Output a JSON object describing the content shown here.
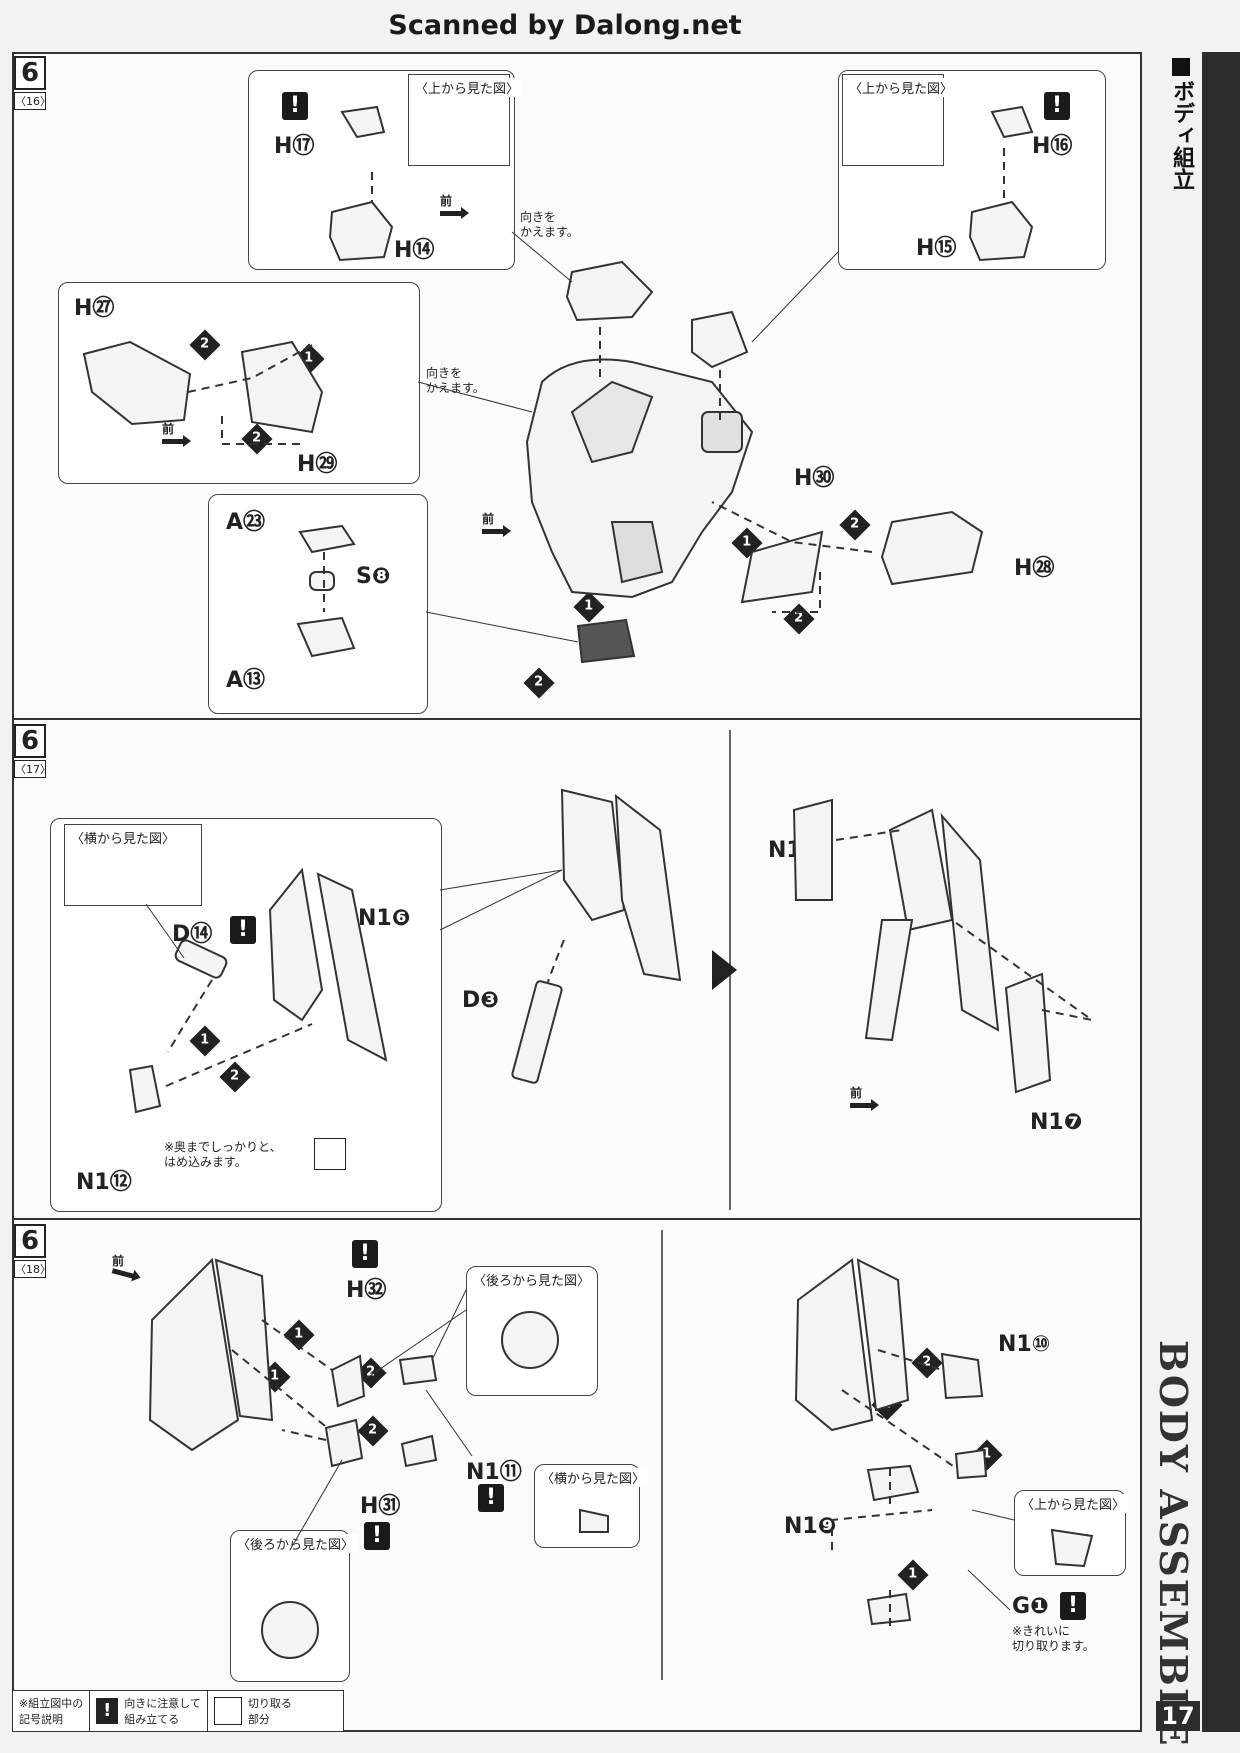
{
  "scanner_credit": "Scanned by Dalong.net",
  "side_title": "ボディ組立",
  "side_title_en": "BODY ASSEMBLE",
  "page_number": "17",
  "front_label": "前",
  "warn_mark": "!",
  "section_16": {
    "step": "6",
    "sub": "〈16〉",
    "view_top_1": "〈上から見た図〉",
    "view_top_2": "〈上から見た図〉",
    "turn_note_1": "向きを\nかえます。",
    "turn_note_2": "向きを\nかえます。",
    "parts": {
      "h17": "H⑰",
      "h14": "H⑭",
      "h16": "H⑯",
      "h15": "H⑮",
      "h27": "H㉗",
      "h29": "H㉙",
      "h30": "H㉚",
      "h28": "H㉘",
      "a23": "A㉓",
      "s8": "S❽",
      "a13": "A⑬"
    }
  },
  "section_17": {
    "step": "6",
    "sub": "〈17〉",
    "view_side": "〈横から見た図〉",
    "note_insert": "※奥までしっかりと、\nはめ込みます。",
    "parts": {
      "d14": "D⑭",
      "n1_6": "N1❻",
      "n1_12": "N1⑫",
      "d3": "D❸",
      "n1_8": "N1❽",
      "n1_7": "N1❼"
    }
  },
  "section_18": {
    "step": "6",
    "sub": "〈18〉",
    "view_back_1": "〈後ろから見た図〉",
    "view_back_2": "〈後ろから見た図〉",
    "view_side": "〈横から見た図〉",
    "view_top": "〈上から見た図〉",
    "note_cut": "※きれいに\n切り取ります。",
    "parts": {
      "h32": "H㉜",
      "h31": "H㉛",
      "n1_11": "N1⑪",
      "n1_10": "N1⑩",
      "n1_9": "N1❾",
      "g1": "G❶"
    }
  },
  "legend": {
    "title": "※組立図中の\n記号説明",
    "orient": "向きに注意して\n組み立てる",
    "cut": "切り取る\n部分"
  }
}
